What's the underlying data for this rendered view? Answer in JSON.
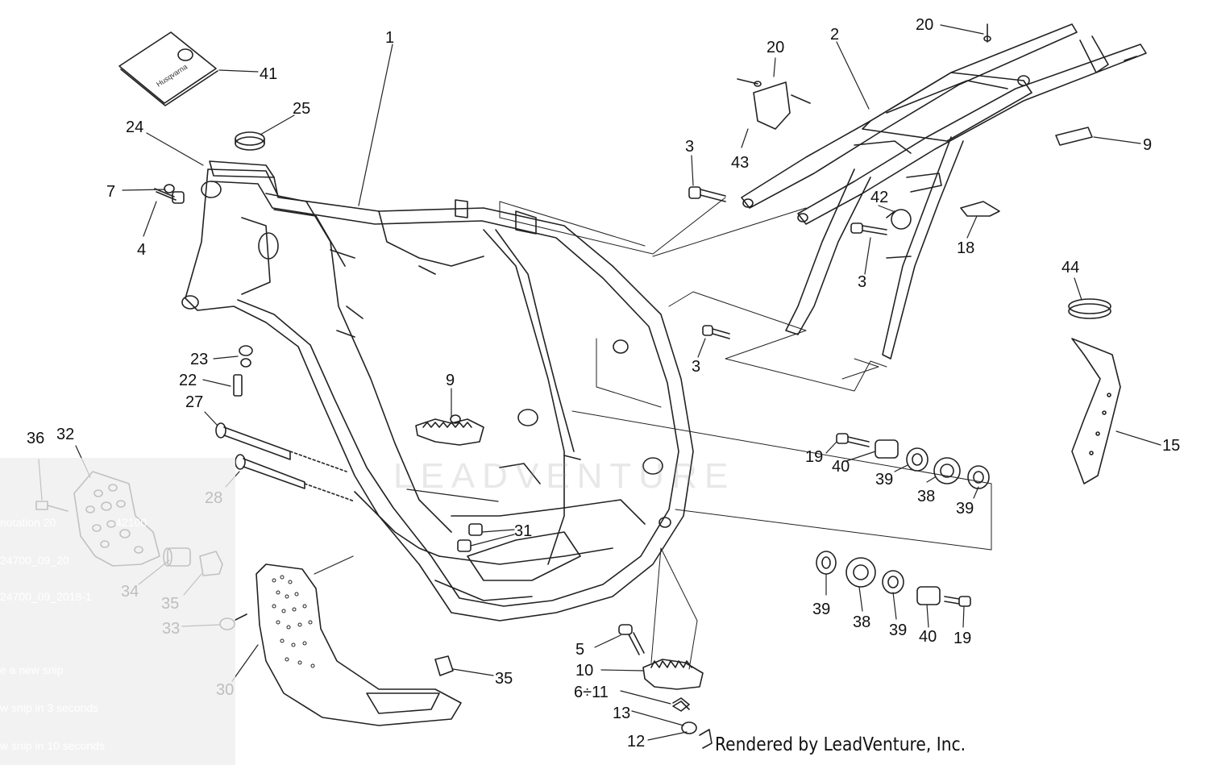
{
  "callouts": [
    {
      "id": "c1",
      "text": "1"
    },
    {
      "id": "c2",
      "text": "2"
    },
    {
      "id": "c20a",
      "text": "20"
    },
    {
      "id": "c20b",
      "text": "20"
    },
    {
      "id": "c41",
      "text": "41"
    },
    {
      "id": "c25",
      "text": "25"
    },
    {
      "id": "c24",
      "text": "24"
    },
    {
      "id": "c7",
      "text": "7"
    },
    {
      "id": "c4",
      "text": "4"
    },
    {
      "id": "c3a",
      "text": "3"
    },
    {
      "id": "c43",
      "text": "43"
    },
    {
      "id": "c42",
      "text": "42"
    },
    {
      "id": "c3b",
      "text": "3"
    },
    {
      "id": "c18",
      "text": "18"
    },
    {
      "id": "c9a",
      "text": "9"
    },
    {
      "id": "c44",
      "text": "44"
    },
    {
      "id": "c3c",
      "text": "3"
    },
    {
      "id": "c23",
      "text": "23"
    },
    {
      "id": "c22",
      "text": "22"
    },
    {
      "id": "c27",
      "text": "27"
    },
    {
      "id": "c9b",
      "text": "9"
    },
    {
      "id": "c36",
      "text": "36"
    },
    {
      "id": "c32",
      "text": "32"
    },
    {
      "id": "c28",
      "text": "28"
    },
    {
      "id": "c19a",
      "text": "19"
    },
    {
      "id": "c40a",
      "text": "40"
    },
    {
      "id": "c39a",
      "text": "39"
    },
    {
      "id": "c38a",
      "text": "38"
    },
    {
      "id": "c39b",
      "text": "39"
    },
    {
      "id": "c15",
      "text": "15"
    },
    {
      "id": "c31",
      "text": "31"
    },
    {
      "id": "c34",
      "text": "34"
    },
    {
      "id": "c35a",
      "text": "35"
    },
    {
      "id": "c33",
      "text": "33"
    },
    {
      "id": "c30",
      "text": "30"
    },
    {
      "id": "c39c",
      "text": "39"
    },
    {
      "id": "c38b",
      "text": "38"
    },
    {
      "id": "c39d",
      "text": "39"
    },
    {
      "id": "c40b",
      "text": "40"
    },
    {
      "id": "c19b",
      "text": "19"
    },
    {
      "id": "c5",
      "text": "5"
    },
    {
      "id": "c10",
      "text": "10"
    },
    {
      "id": "c35b",
      "text": "35"
    },
    {
      "id": "c611",
      "text": "6÷11"
    },
    {
      "id": "c13",
      "text": "13"
    },
    {
      "id": "c12",
      "text": "12"
    }
  ],
  "manual_booklet": {
    "cover_text": "Husqvarna"
  },
  "watermark": {
    "text": "LEADVENTURE"
  },
  "footer": {
    "text": "Rendered by LeadVenture, Inc."
  },
  "snip_panel": {
    "items": [
      "notation 20",
      "42100",
      "24700_09_20",
      "24700_09_2018-1",
      "e a new snip",
      "w snip in 3 seconds",
      "w snip in 10 seconds"
    ]
  },
  "colors": {
    "line": "#222222",
    "background": "#ffffff",
    "panel": "#eeeeee"
  }
}
